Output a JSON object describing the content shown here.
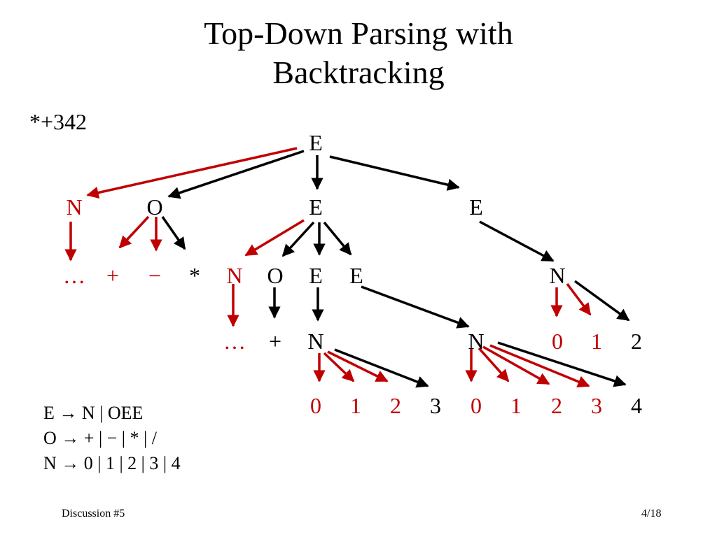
{
  "slide": {
    "title_line1": "Top-Down Parsing with",
    "title_line2": "Backtracking",
    "input_string": "*+342",
    "footer_left": "Discussion #5",
    "footer_right": "4/18"
  },
  "colors": {
    "black": "#000000",
    "red": "#c00000"
  },
  "grammar": [
    "E → N | OEE",
    "O → + | − | * | /",
    "N → 0 | 1 | 2 | 3 | 4"
  ],
  "tree": {
    "nodes": [
      {
        "id": "root-E",
        "label": "E",
        "color": "black"
      },
      {
        "id": "l1-N",
        "label": "N",
        "color": "red"
      },
      {
        "id": "l1-O",
        "label": "O",
        "color": "black"
      },
      {
        "id": "l1-E1",
        "label": "E",
        "color": "black"
      },
      {
        "id": "l1-E2",
        "label": "E",
        "color": "black"
      },
      {
        "id": "l2-ellipsis-a",
        "label": "…",
        "color": "red"
      },
      {
        "id": "l2-plus",
        "label": "+",
        "color": "red"
      },
      {
        "id": "l2-minus",
        "label": "−",
        "color": "red"
      },
      {
        "id": "l2-star",
        "label": "*",
        "color": "black"
      },
      {
        "id": "l2-N",
        "label": "N",
        "color": "red"
      },
      {
        "id": "l2-O",
        "label": "O",
        "color": "black"
      },
      {
        "id": "l2-E1",
        "label": "E",
        "color": "black"
      },
      {
        "id": "l2-E2",
        "label": "E",
        "color": "black"
      },
      {
        "id": "l2-N-right",
        "label": "N",
        "color": "black"
      },
      {
        "id": "l3-ellipsis",
        "label": "…",
        "color": "red"
      },
      {
        "id": "l3-plus",
        "label": "+",
        "color": "black"
      },
      {
        "id": "l3-N-a",
        "label": "N",
        "color": "black"
      },
      {
        "id": "l3-N-b",
        "label": "N",
        "color": "black"
      },
      {
        "id": "l3-0",
        "label": "0",
        "color": "red"
      },
      {
        "id": "l3-1",
        "label": "1",
        "color": "red"
      },
      {
        "id": "l3-2",
        "label": "2",
        "color": "black"
      },
      {
        "id": "l4-a0",
        "label": "0",
        "color": "red"
      },
      {
        "id": "l4-a1",
        "label": "1",
        "color": "red"
      },
      {
        "id": "l4-a2",
        "label": "2",
        "color": "red"
      },
      {
        "id": "l4-a3",
        "label": "3",
        "color": "black"
      },
      {
        "id": "l4-b0",
        "label": "0",
        "color": "red"
      },
      {
        "id": "l4-b1",
        "label": "1",
        "color": "red"
      },
      {
        "id": "l4-b2",
        "label": "2",
        "color": "red"
      },
      {
        "id": "l4-b3",
        "label": "3",
        "color": "red"
      },
      {
        "id": "l4-b4",
        "label": "4",
        "color": "black"
      }
    ],
    "edges": [
      {
        "from": "root-E",
        "to": "l1-N",
        "color": "red"
      },
      {
        "from": "root-E",
        "to": "l1-O",
        "color": "black"
      },
      {
        "from": "root-E",
        "to": "l1-E1",
        "color": "black"
      },
      {
        "from": "root-E",
        "to": "l1-E2",
        "color": "black"
      },
      {
        "from": "l1-N",
        "to": "l2-ellipsis-a",
        "color": "red"
      },
      {
        "from": "l1-O",
        "to": "l2-plus",
        "color": "red"
      },
      {
        "from": "l1-O",
        "to": "l2-minus",
        "color": "red"
      },
      {
        "from": "l1-O",
        "to": "l2-star",
        "color": "black"
      },
      {
        "from": "l1-E1",
        "to": "l2-N",
        "color": "red"
      },
      {
        "from": "l1-E1",
        "to": "l2-O",
        "color": "black"
      },
      {
        "from": "l1-E1",
        "to": "l2-E1",
        "color": "black"
      },
      {
        "from": "l1-E1",
        "to": "l2-E2",
        "color": "black"
      },
      {
        "from": "l1-E2",
        "to": "l2-N-right",
        "color": "black"
      },
      {
        "from": "l2-N",
        "to": "l3-ellipsis",
        "color": "red"
      },
      {
        "from": "l2-O",
        "to": "l3-plus",
        "color": "black"
      },
      {
        "from": "l2-E1",
        "to": "l3-N-a",
        "color": "black"
      },
      {
        "from": "l2-E2",
        "to": "l3-N-b",
        "color": "black"
      },
      {
        "from": "l2-N-right",
        "to": "l3-0",
        "color": "red"
      },
      {
        "from": "l2-N-right",
        "to": "l3-1",
        "color": "red"
      },
      {
        "from": "l2-N-right",
        "to": "l3-2",
        "color": "black"
      },
      {
        "from": "l3-N-a",
        "to": "l4-a0",
        "color": "red"
      },
      {
        "from": "l3-N-a",
        "to": "l4-a1",
        "color": "red"
      },
      {
        "from": "l3-N-a",
        "to": "l4-a2",
        "color": "red"
      },
      {
        "from": "l3-N-a",
        "to": "l4-a3",
        "color": "black"
      },
      {
        "from": "l3-N-b",
        "to": "l4-b0",
        "color": "red"
      },
      {
        "from": "l3-N-b",
        "to": "l4-b1",
        "color": "red"
      },
      {
        "from": "l3-N-b",
        "to": "l4-b2",
        "color": "red"
      },
      {
        "from": "l3-N-b",
        "to": "l4-b3",
        "color": "red"
      },
      {
        "from": "l3-N-b",
        "to": "l4-b4",
        "color": "black"
      }
    ]
  }
}
